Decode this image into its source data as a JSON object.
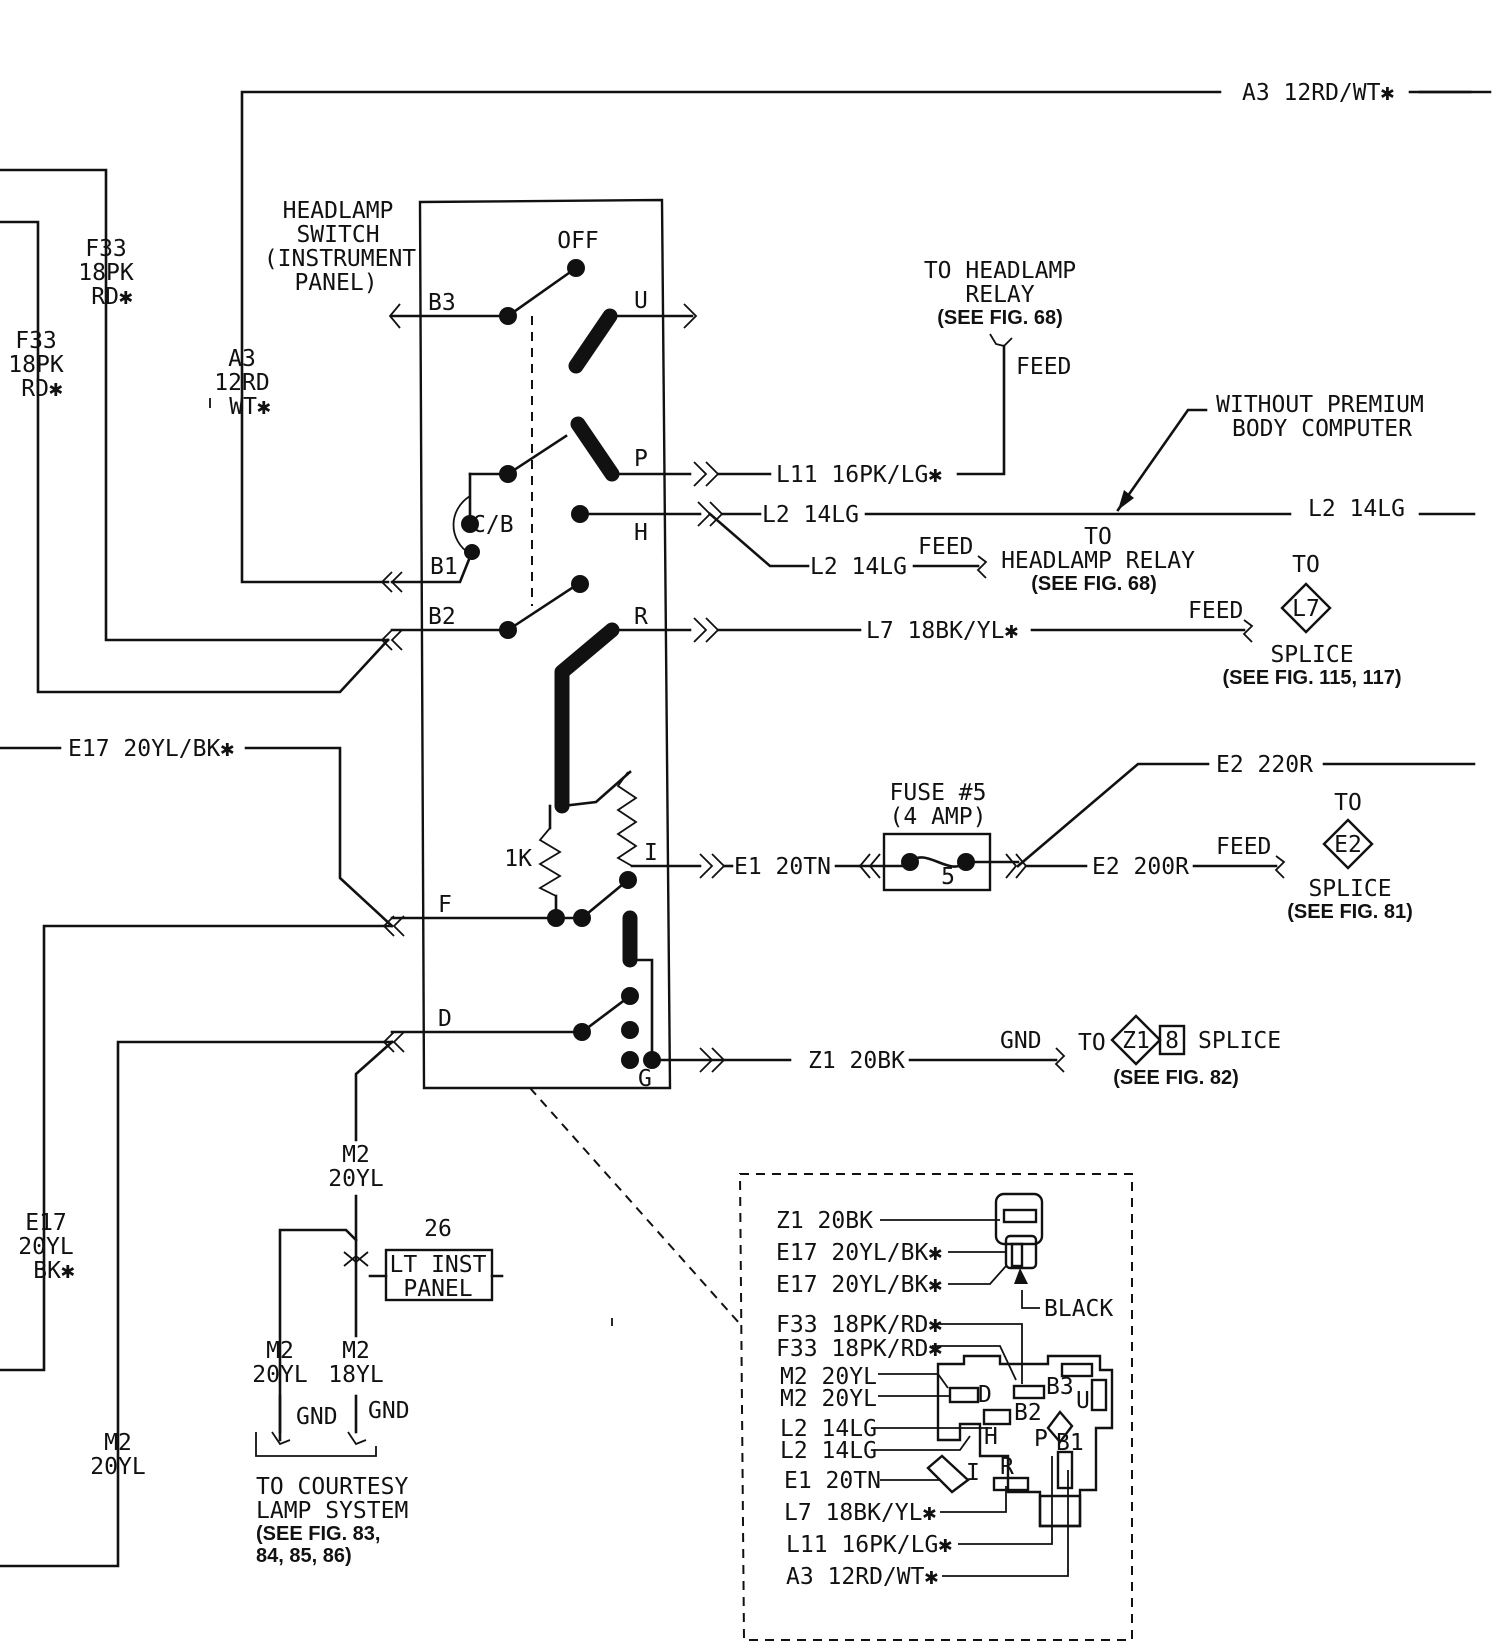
{
  "switch": {
    "title": [
      "HEADLAMP",
      "SWITCH",
      "(INSTRUMENT",
      "PANEL)"
    ],
    "off": "OFF",
    "pins": {
      "b3": "B3",
      "u": "U",
      "p": "P",
      "h": "H",
      "cb": "C/B",
      "b1": "B1",
      "b2": "B2",
      "r": "R",
      "k1": "1K",
      "i": "I",
      "f": "F",
      "d": "D",
      "g": "G"
    }
  },
  "left_wires": {
    "f33_a": [
      "F33",
      "18PK",
      "RD✱"
    ],
    "f33_b": [
      "F33",
      "18PK",
      "RD✱"
    ],
    "a3": [
      "A3",
      "12RD",
      "WT✱"
    ],
    "e17_top": "E17 20YL/BK✱",
    "e17_side": [
      "E17",
      "20YL",
      "BK✱"
    ],
    "m2_side": [
      "M2",
      "20YL"
    ],
    "m2_mid": [
      "M2",
      "20YL"
    ]
  },
  "right_wires": {
    "a3_top": "A3 12RD/WT✱",
    "to_headlamp_relay": [
      "TO HEADLAMP",
      "RELAY"
    ],
    "see_fig_68": "(SEE FIG. 68)",
    "feed": "FEED",
    "without_premium": [
      "WITHOUT PREMIUM",
      "BODY COMPUTER"
    ],
    "l11": "L11 16PK/LG✱",
    "l2_main": "L2 14LG",
    "l2_right": "L2 14LG",
    "l2_lower": "L2 14LG",
    "to_relay2": [
      "TO",
      "HEADLAMP RELAY"
    ],
    "see_fig_68b": "(SEE FIG. 68)",
    "l7": "L7 18BK/YL✱",
    "to": "TO",
    "l7_splice": "L7",
    "splice": "SPLICE",
    "see_fig_115": "(SEE FIG. 115, 117)",
    "e2_top": "E2 220R",
    "fuse": [
      "FUSE #5",
      "(4 AMP)"
    ],
    "fuse_num": "5",
    "e1": "E1 20TN",
    "e2": "E2 200R",
    "e2_splice": "E2",
    "see_fig_81": "(SEE FIG. 81)",
    "z1": "Z1 20BK",
    "gnd": "GND",
    "z1_splice": "Z1",
    "z1_splice_num": "8",
    "see_fig_82": "(SEE FIG. 82)"
  },
  "bottom": {
    "m2_a": [
      "M2",
      "20YL"
    ],
    "m2_b": [
      "M2",
      "18YL"
    ],
    "connector_num": "26",
    "lt_inst_panel": [
      "LT INST",
      "PANEL"
    ],
    "gnd": "GND",
    "courtesy": [
      "TO COURTESY",
      "LAMP SYSTEM"
    ],
    "see_fig_83": [
      "(SEE FIG. 83,",
      "84, 85, 86)"
    ]
  },
  "connector_view": {
    "labels": [
      "Z1 20BK",
      "E17 20YL/BK✱",
      "E17 20YL/BK✱",
      "F33 18PK/RD✱",
      "F33 18PK/RD✱",
      "M2 20YL",
      "M2 20YL",
      "L2 14LG",
      "L2 14LG",
      "E1 20TN",
      "L7 18BK/YL✱",
      "L11 16PK/LG✱",
      "A3 12RD/WT✱"
    ],
    "black": "BLACK",
    "pins": {
      "d": "D",
      "b2": "B2",
      "b3": "B3",
      "u": "U",
      "p": "P",
      "b1": "B1",
      "h": "H",
      "i": "I",
      "r": "R"
    }
  }
}
